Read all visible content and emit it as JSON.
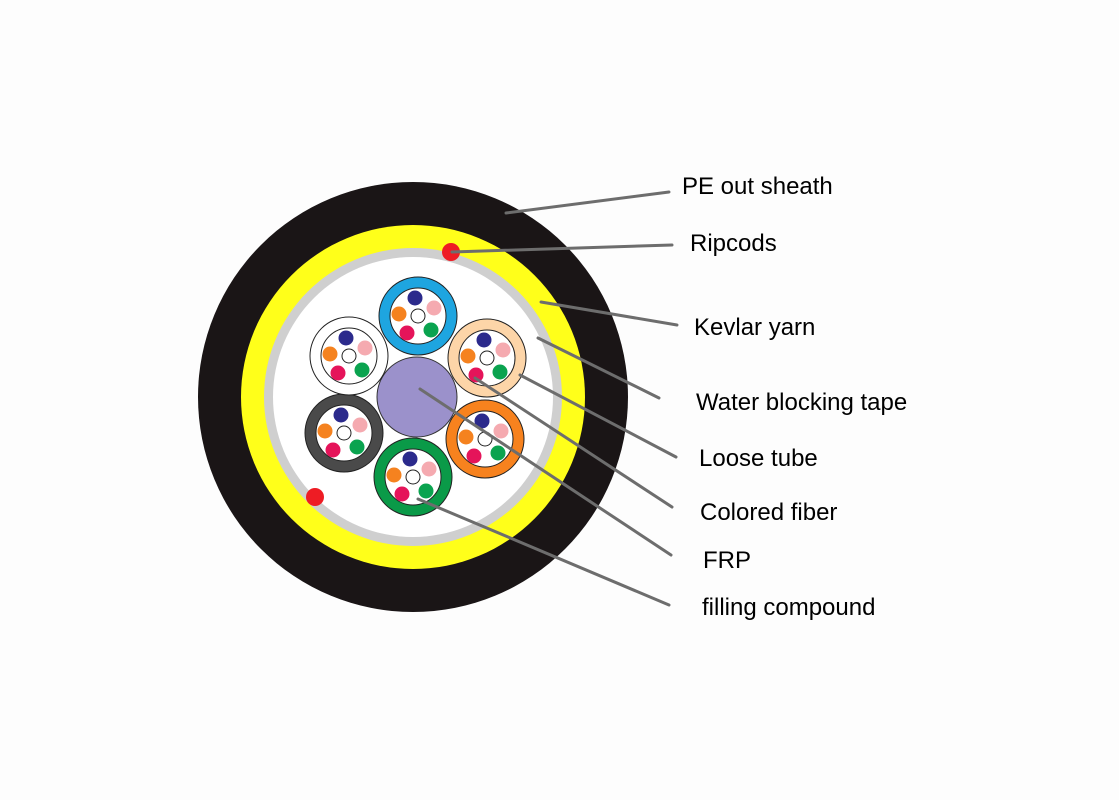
{
  "labels": {
    "pe_sheath": "PE out sheath",
    "ripcords": "Ripcods",
    "kevlar": "Kevlar yarn",
    "water_tape": "Water blocking tape",
    "loose_tube": "Loose tube",
    "colored_fiber": "Colored fiber",
    "frp": "FRP",
    "filling": "filling compound"
  },
  "colors": {
    "sheath": "#1a1516",
    "kevlar": "#ffff1a",
    "tape": "#cfcfcf",
    "frp": "#9b91cb",
    "ripcord": "#ee1c24",
    "leader": "#6d6d6d",
    "tubes": [
      "#1ea5e0",
      "#fdd5a8",
      "#f7821e",
      "#0a9a48",
      "#4a4a4a",
      "#ffffff"
    ],
    "fibers": [
      "#2b2a8c",
      "#f5aab0",
      "#f5821f",
      "#e5145a",
      "#0aa34f"
    ]
  }
}
